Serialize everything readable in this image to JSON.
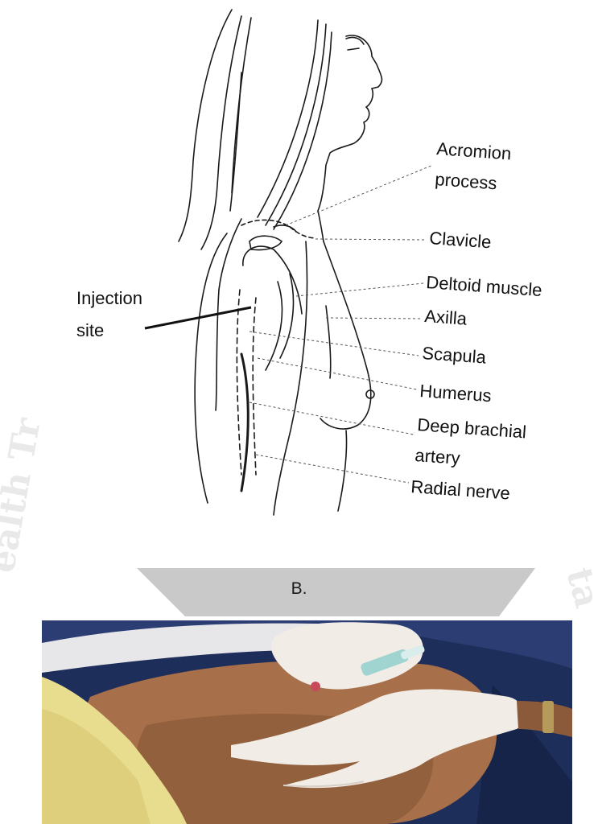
{
  "diagram": {
    "labels": {
      "injection_site_line1": "Injection",
      "injection_site_line2": "site",
      "acromion_line1": "Acromion",
      "acromion_line2": "process",
      "clavicle": "Clavicle",
      "deltoid": "Deltoid muscle",
      "axilla": "Axilla",
      "scapula": "Scapula",
      "humerus": "Humerus",
      "deep_brachial_line1": "Deep brachial",
      "deep_brachial_line2": "artery",
      "radial_nerve": "Radial nerve"
    }
  },
  "section_label": "B.",
  "colors": {
    "band": "#c9c9c9",
    "photo_sheet": "#1e2e5a",
    "skin": "#a8704a",
    "glove": "#f1ece6",
    "gown": "#e8dc8e"
  }
}
